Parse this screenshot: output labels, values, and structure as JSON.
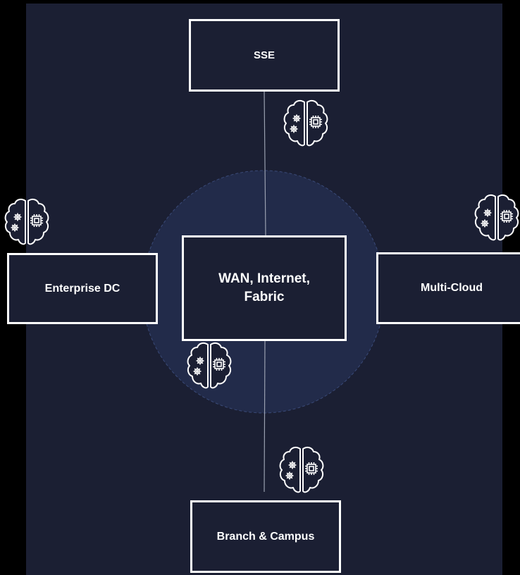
{
  "diagram": {
    "nodes": {
      "sse": "SSE",
      "enterprise_dc": "Enterprise DC",
      "center": "WAN,  Internet, Fabric",
      "multi_cloud": "Multi-Cloud",
      "branch_campus": "Branch & Campus"
    },
    "icons": [
      "ai-brain-icon",
      "ai-brain-icon",
      "ai-brain-icon",
      "ai-brain-icon",
      "ai-brain-icon"
    ],
    "colors": {
      "background": "#000000",
      "panel": "#1b1f33",
      "circle": "#222b4a",
      "border": "#ffffff"
    }
  }
}
